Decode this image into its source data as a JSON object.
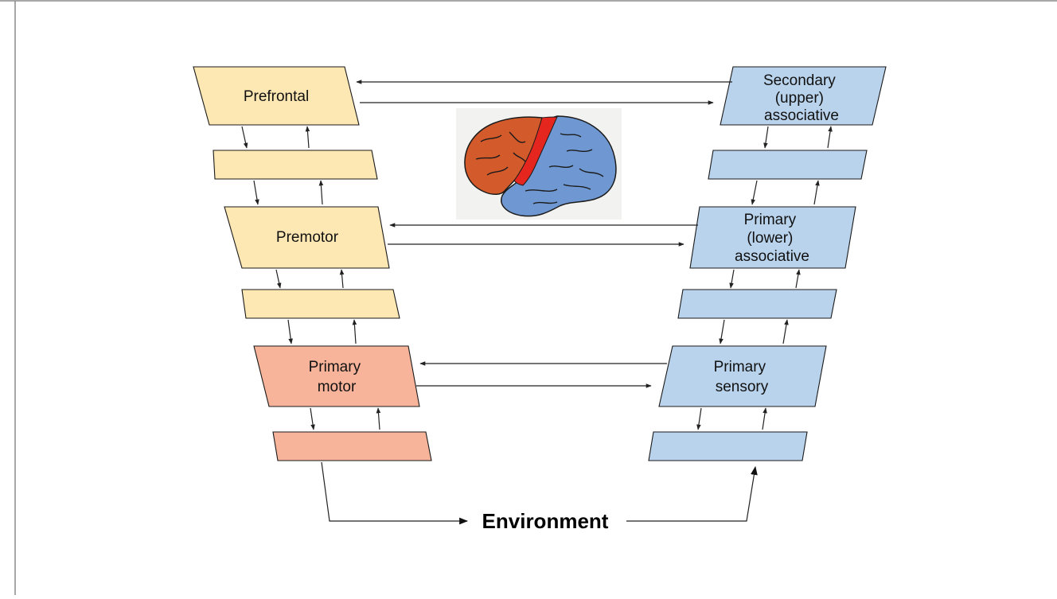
{
  "colors": {
    "motor_light": "#fde7b3",
    "motor_primary": "#f8b49a",
    "sensory": "#b9d3ec",
    "outline": "#1a1a1a",
    "frame_border": "#8a8a8a",
    "brain_frontal": "#d35a2a",
    "brain_central": "#e5261f",
    "brain_posterior": "#6f98d2"
  },
  "nodes": {
    "prefrontal": {
      "lines": [
        "Prefrontal"
      ]
    },
    "premotor": {
      "lines": [
        "Premotor"
      ]
    },
    "primary_motor": {
      "lines": [
        "Primary",
        "motor"
      ]
    },
    "secondary_associative": {
      "lines": [
        "Secondary",
        "(upper)",
        "associative"
      ]
    },
    "primary_associative": {
      "lines": [
        "Primary",
        "(lower)",
        "associative"
      ]
    },
    "primary_sensory": {
      "lines": [
        "Primary",
        "sensory"
      ]
    }
  },
  "environment": {
    "label": "Environment"
  },
  "illustration": {
    "icon": "brain-lateral-view-icon"
  }
}
